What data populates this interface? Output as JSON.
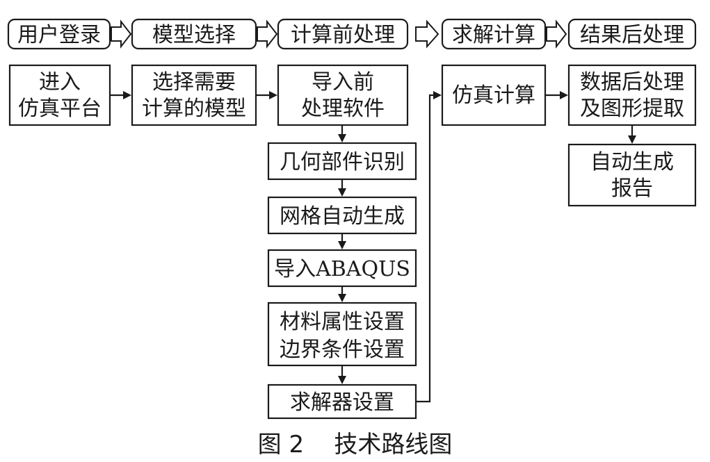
{
  "stages": [
    {
      "id": "login",
      "label": "用户登录"
    },
    {
      "id": "select",
      "label": "模型选择"
    },
    {
      "id": "pre",
      "label": "计算前处理"
    },
    {
      "id": "solve",
      "label": "求解计算"
    },
    {
      "id": "post",
      "label": "结果后处理"
    }
  ],
  "steps": {
    "enter_platform": [
      "进入",
      "仿真平台"
    ],
    "select_model": [
      "选择需要",
      "计算的模型"
    ],
    "import_pre": [
      "导入前",
      "处理软件"
    ],
    "geometry_recognition": [
      "几何部件识别"
    ],
    "auto_mesh": [
      "网格自动生成"
    ],
    "import_abaqus": [
      "导入ABAQUS"
    ],
    "material_boundary": [
      "材料属性设置",
      "边界条件设置"
    ],
    "solver_setup": [
      "求解器设置"
    ],
    "simulation": [
      "仿真计算"
    ],
    "data_post": [
      "数据后处理",
      "及图形提取"
    ],
    "auto_report": [
      "自动生成",
      "报告"
    ]
  },
  "caption": {
    "figure_no": "图 2",
    "title": "技术路线图"
  }
}
